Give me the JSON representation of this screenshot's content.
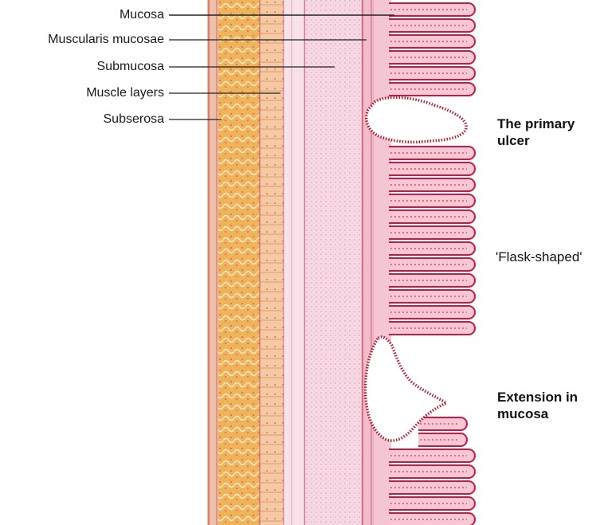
{
  "layer_labels": {
    "mucosa": "Mucosa",
    "muscularis_mucosae": "Muscularis mucosae",
    "submucosa": "Submucosa",
    "muscle_layers": "Muscle layers",
    "subserosa": "Subserosa"
  },
  "annotations": {
    "primary_ulcer_line1": "The primary",
    "primary_ulcer_line2": "ulcer",
    "flask_shaped": "'Flask-shaped'",
    "extension_line1": "Extension in",
    "extension_line2": "mucosa"
  },
  "colors": {
    "villus_outline": "#c41a45",
    "villus_fill": "#f6c8d4",
    "muscle_orange": "#e8a030",
    "submucosa_pink": "#f3d2df",
    "ulcer_edge": "#b01a2a",
    "leader_line": "#222222"
  }
}
